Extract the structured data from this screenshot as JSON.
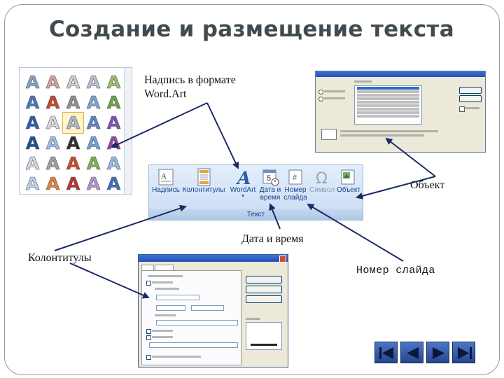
{
  "slide": {
    "title": "Создание и размещение текста"
  },
  "labels": {
    "wordart": "Надпись в формате",
    "wordart2": "Word.Art",
    "object": "Объект",
    "datetime": "Дата и время",
    "headers": "Колонтитулы",
    "slidenum": "Номер слайда"
  },
  "ribbon": {
    "group_label": "Текст",
    "buttons": [
      {
        "label": "Надпись",
        "icon": "textbox-icon"
      },
      {
        "label": "Колонтитулы",
        "icon": "header-footer-icon"
      },
      {
        "label": "WordArt",
        "icon": "wordart-icon"
      },
      {
        "label": "Дата и",
        "label2": "время",
        "icon": "calendar-icon"
      },
      {
        "label": "Номер",
        "label2": "слайда",
        "icon": "slide-number-icon"
      },
      {
        "label": "Символ",
        "icon": "omega-icon"
      },
      {
        "label": "Объект",
        "icon": "object-icon"
      }
    ]
  },
  "wordart_gallery": {
    "glyph": "A",
    "colors": [
      "#8aa0c8",
      "#d9a0a0",
      "#d0d0d0",
      "#b6c3d6",
      "#9bbf6a",
      "#4a78b8",
      "#c04a2a",
      "#909090",
      "#7aa7d0",
      "#6aa34a",
      "#2f5da8",
      "#d8d8d8",
      "#b0b8c8",
      "#5a86c5",
      "#7c55b0",
      "#1f4f9c",
      "#9cc0e8",
      "#303030",
      "#6fa3d8",
      "#a040a0",
      "#cfd8e6",
      "#a0a0a0",
      "#d24a2a",
      "#7fb24f",
      "#95b8e6",
      "#bcd0ee",
      "#e08040",
      "#c03030",
      "#b88fd0",
      "#3d6fbf"
    ],
    "selected_index": 12
  },
  "colors": {
    "title": "#404a4f",
    "arrow": "#1a2a66",
    "nav": "#2e4f9e"
  },
  "nav": [
    {
      "icon": "first-slide-icon"
    },
    {
      "icon": "previous-slide-icon"
    },
    {
      "icon": "next-slide-icon"
    },
    {
      "icon": "last-slide-icon"
    }
  ]
}
